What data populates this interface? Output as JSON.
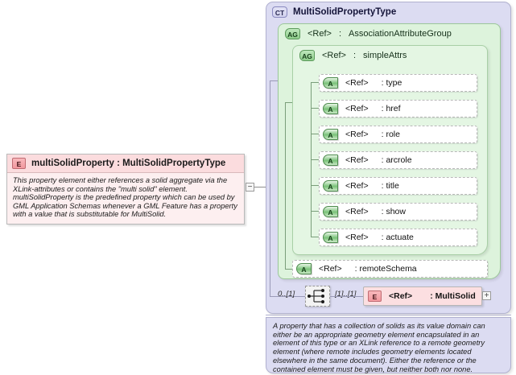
{
  "left_element": {
    "icon": "element-icon",
    "icon_label": "E",
    "name": "multiSolidProperty",
    "separator": ":",
    "type": "MultiSolidPropertyType",
    "title": "multiSolidProperty  :  MultiSolidPropertyType",
    "documentation": "This property element either references a solid aggregate via the XLink-attributes or contains the \"multi solid\" element. multiSolidProperty is the predefined property which can be used by GML Application Schemas whenever a GML Feature has a property with a value that is substitutable for MultiSolid.",
    "collapse_toggle": "−"
  },
  "complex_type": {
    "icon_label": "CT",
    "title": "MultiSolidPropertyType",
    "documentation": "A property that has a collection of solids as its value domain can either be an appropriate geometry element encapsulated in an element of this type or an XLink reference to a remote geometry element (where remote includes geometry elements located elsewhere in the same document). Either the reference or the contained element must be given, but neither both nor none."
  },
  "attribute_group_outer": {
    "icon_label": "AG",
    "ref": "<Ref>",
    "colon": ":",
    "name": "AssociationAttributeGroup"
  },
  "attribute_group_inner": {
    "icon_label": "AG",
    "ref": "<Ref>",
    "colon": ":",
    "name": "simpleAttrs"
  },
  "attributes": [
    {
      "icon_label": "A",
      "ref": "<Ref>",
      "colon": ":",
      "name": "type"
    },
    {
      "icon_label": "A",
      "ref": "<Ref>",
      "colon": ":",
      "name": "href"
    },
    {
      "icon_label": "A",
      "ref": "<Ref>",
      "colon": ":",
      "name": "role"
    },
    {
      "icon_label": "A",
      "ref": "<Ref>",
      "colon": ":",
      "name": "arcrole"
    },
    {
      "icon_label": "A",
      "ref": "<Ref>",
      "colon": ":",
      "name": "title"
    },
    {
      "icon_label": "A",
      "ref": "<Ref>",
      "colon": ":",
      "name": "show"
    },
    {
      "icon_label": "A",
      "ref": "<Ref>",
      "colon": ":",
      "name": "actuate"
    }
  ],
  "attribute_remote": {
    "icon_label": "A",
    "ref": "<Ref>",
    "colon": ":",
    "name": "remoteSchema"
  },
  "model_group": {
    "kind": "choice",
    "cardinality_left": "0..[1]",
    "cardinality_right": "[1]..[1]"
  },
  "multi_solid_element": {
    "icon_label": "E",
    "ref": "<Ref>",
    "colon": ":",
    "name": "MultiSolid",
    "expand_toggle": "+"
  },
  "colors": {
    "element_fill": "#fde9ea",
    "element_header": "#fbdcde",
    "complex_type_fill": "#dcdcf2",
    "attribute_group_fill": "#ddf3dc",
    "attribute_group_inner_fill": "#e4f6e3",
    "attribute_row_fill": "#ffffff",
    "connector_line": "#7a9e7a"
  }
}
